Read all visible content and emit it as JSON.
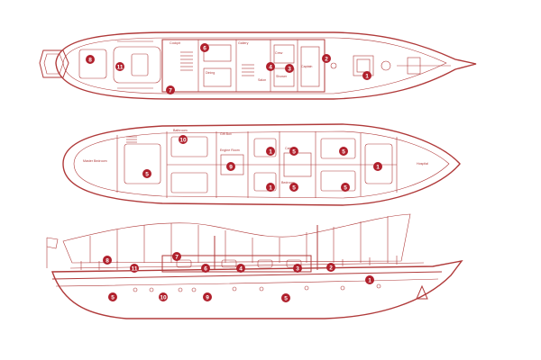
{
  "colors": {
    "ink": "#b03a3a",
    "marker": "#b0202c",
    "background": "#ffffff"
  },
  "labels": {
    "top_deck": [
      "Cockpit",
      "Gallery",
      "Dining",
      "Salon",
      "Crew",
      "Captain",
      "Shower"
    ],
    "lower_deck": [
      "Master Bedroom",
      "Engine Room",
      "Bathroom",
      "Gift Box",
      "Cabin",
      "Bedroom",
      "Hospital"
    ]
  },
  "markers": {
    "top_deck": [
      "8",
      "11",
      "6",
      "7",
      "4",
      "3",
      "2",
      "1"
    ],
    "lower_deck": [
      "10",
      "1",
      "5",
      "5",
      "9",
      "5",
      "1",
      "5",
      "1",
      "5"
    ],
    "profile": [
      "8",
      "7",
      "11",
      "6",
      "4",
      "3",
      "2",
      "1",
      "5",
      "10",
      "9",
      "5"
    ]
  }
}
